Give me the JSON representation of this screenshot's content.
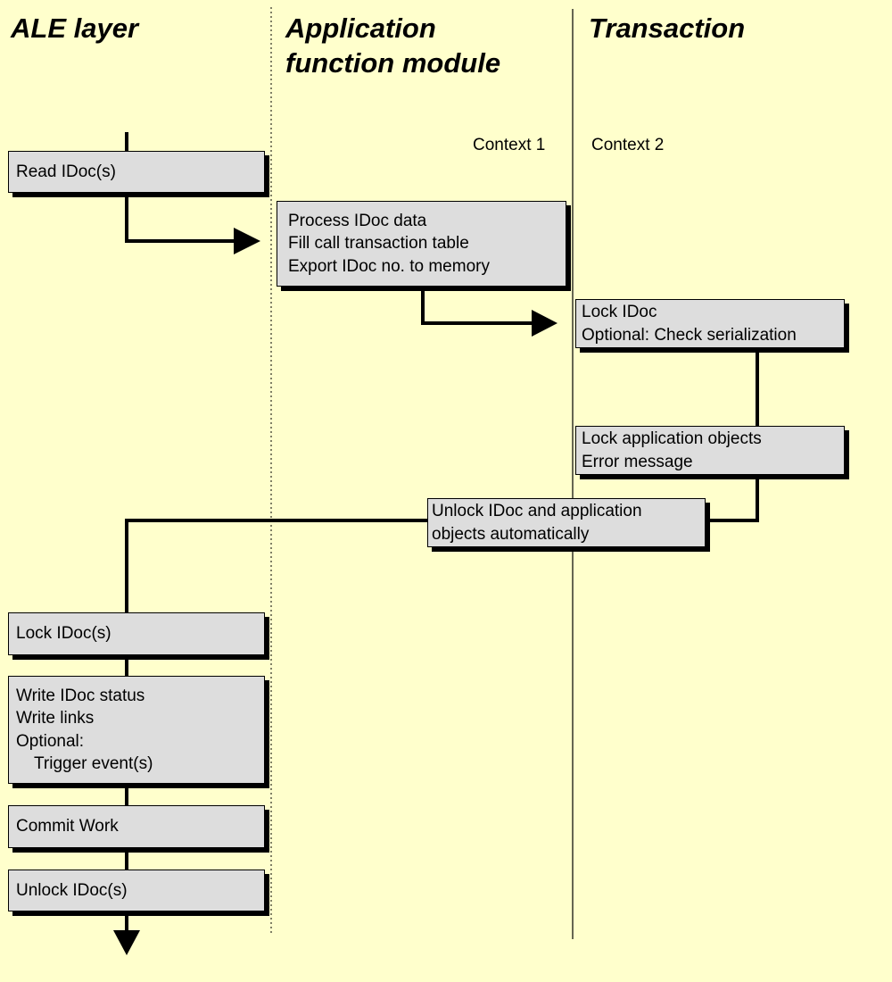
{
  "headings": {
    "ale_layer": "ALE layer",
    "application_function_module": [
      "Application",
      "function module"
    ],
    "transaction": "Transaction"
  },
  "contexts": {
    "context1": "Context 1",
    "context2": "Context 2"
  },
  "steps": {
    "read_idocs": [
      "Read IDoc(s)"
    ],
    "process_idoc_data": [
      "Process IDoc data",
      "Fill call transaction table",
      "Export IDoc no. to memory"
    ],
    "lock_idoc": [
      "Lock IDoc",
      "Optional: Check serialization"
    ],
    "lock_application_objects": [
      "Lock application objects",
      "Error message"
    ],
    "unlock_automatically": [
      "Unlock IDoc and application",
      "objects automatically"
    ],
    "lock_idocs": [
      "Lock IDoc(s)"
    ],
    "write_status": [
      "Write IDoc status",
      "Write links",
      "Optional:",
      "Trigger event(s)"
    ],
    "commit_work": [
      "Commit Work"
    ],
    "unlock_idocs": [
      "Unlock IDoc(s)"
    ]
  },
  "colors": {
    "background": "#ffffcc",
    "box_fill": "#dddddd",
    "line": "#000000"
  }
}
